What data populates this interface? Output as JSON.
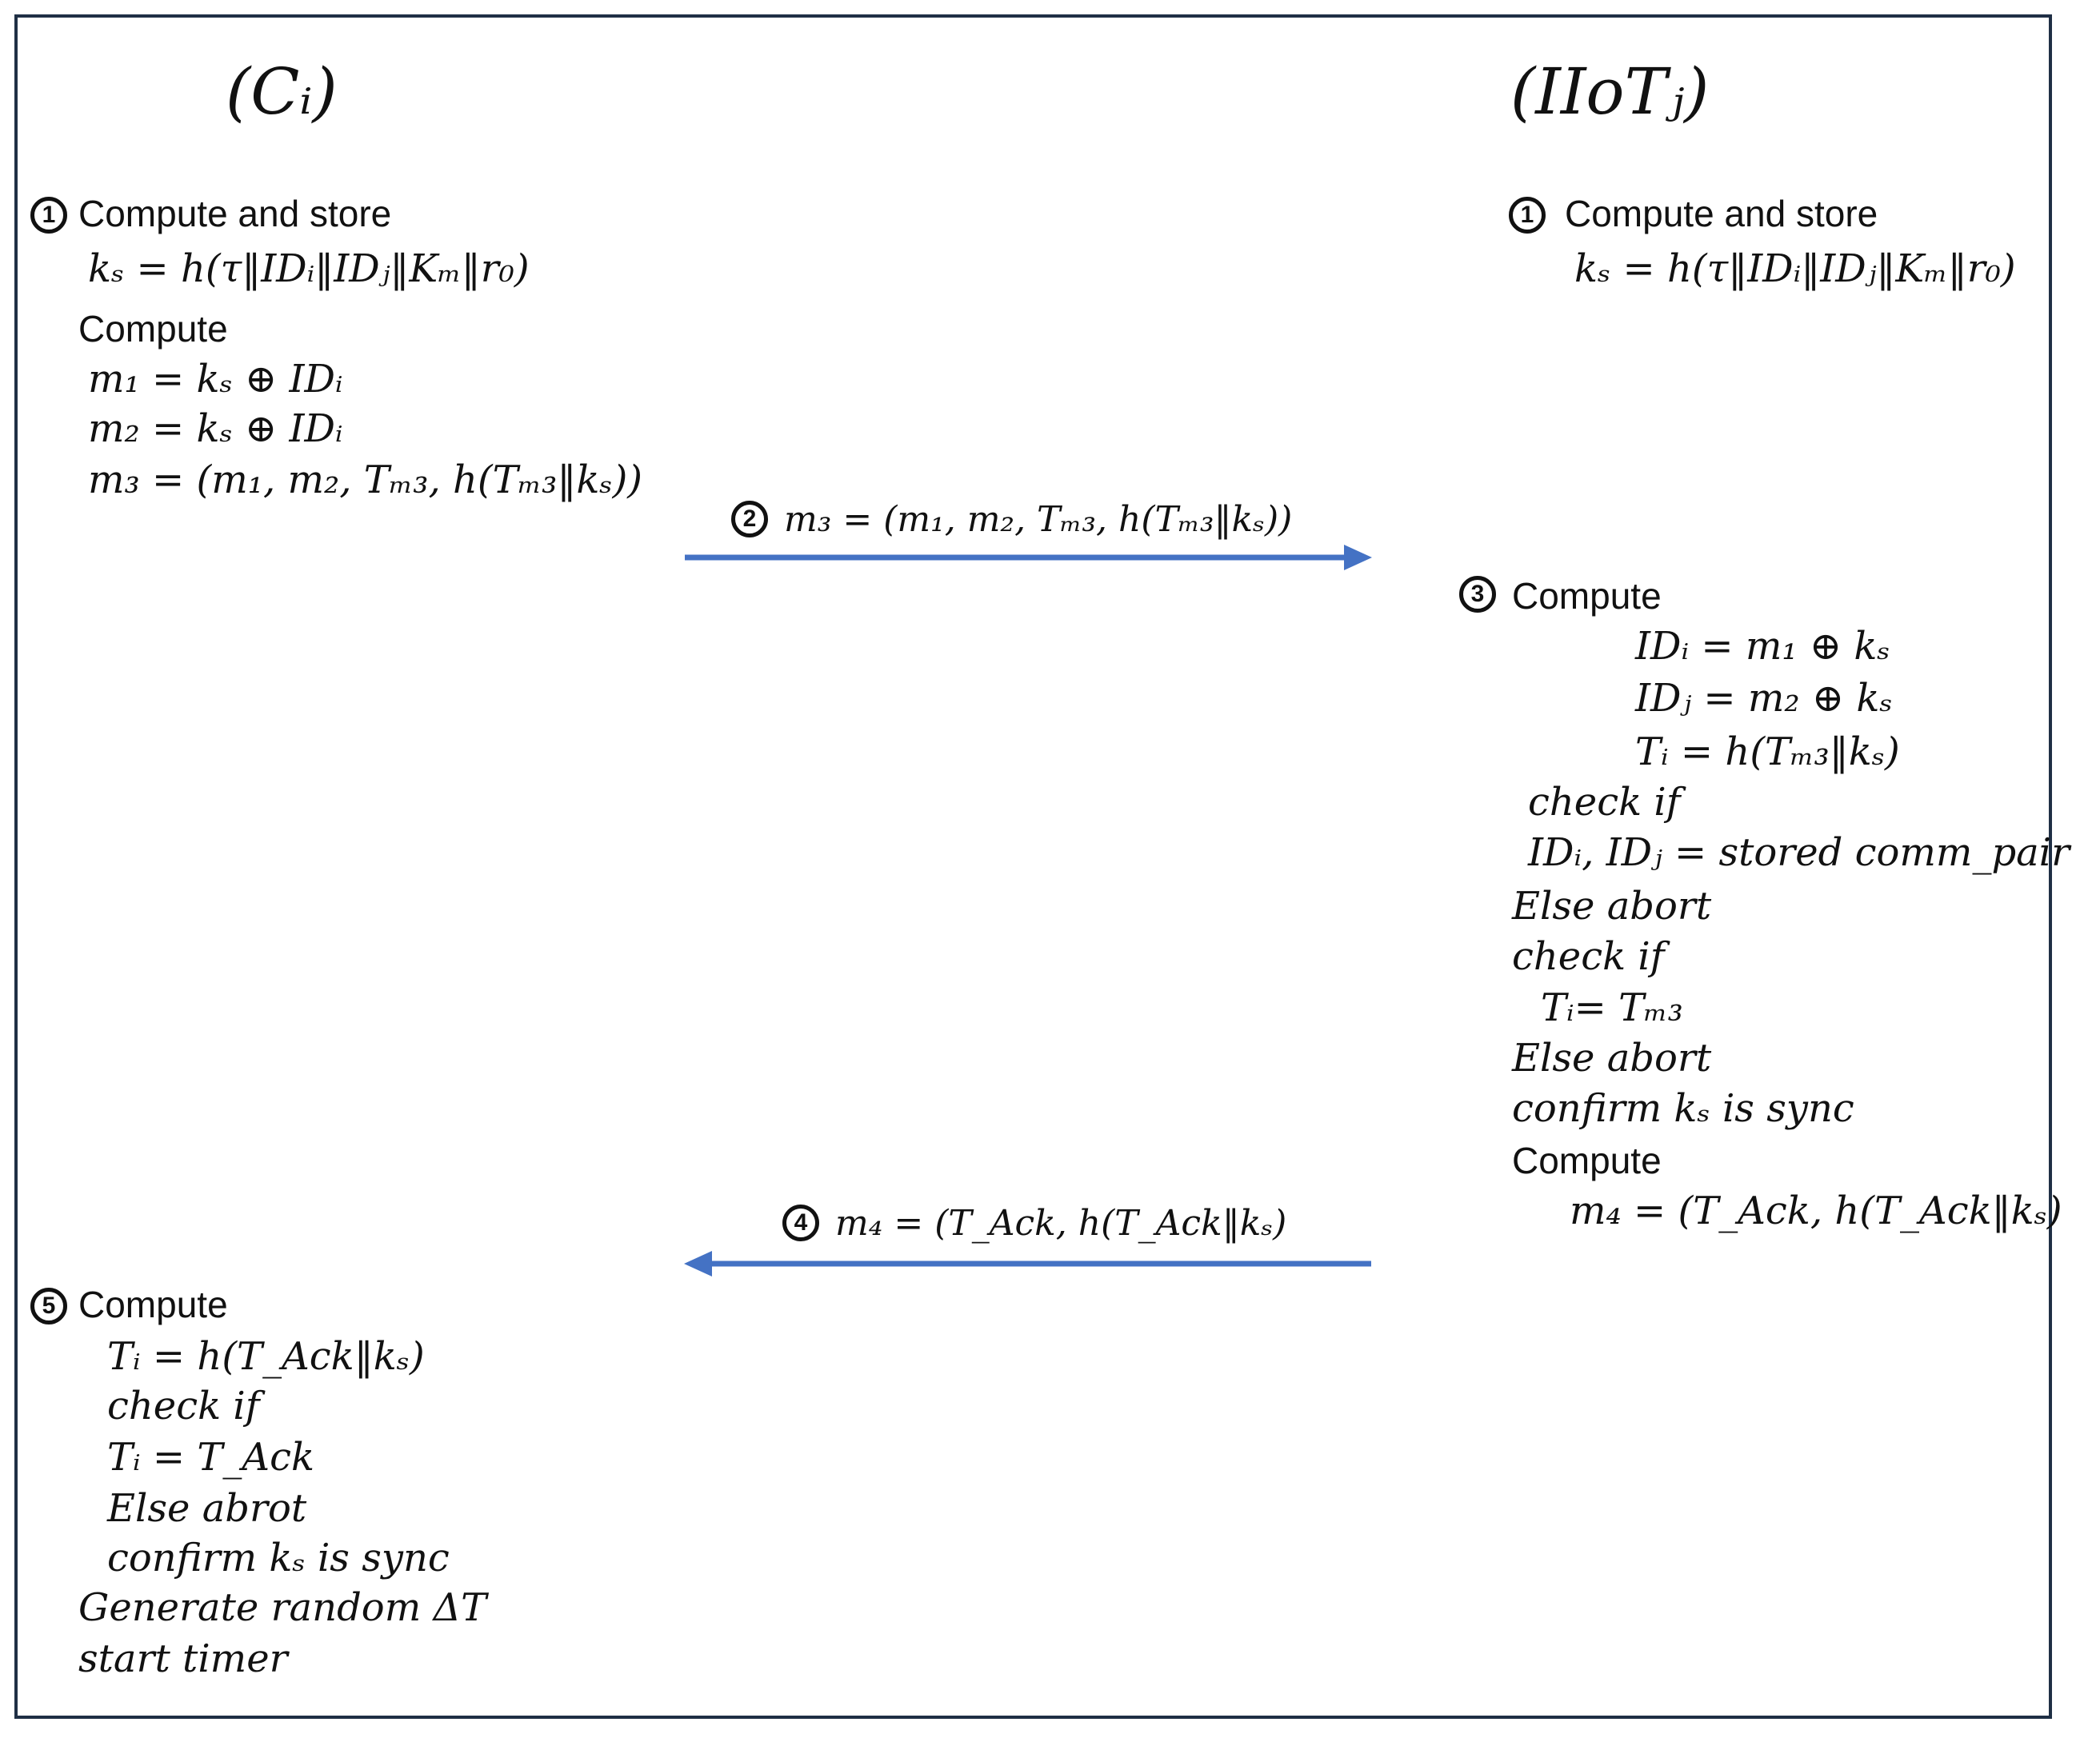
{
  "colors": {
    "arrow": "#4472c4",
    "frame": "#1f2f45",
    "text": "#111111"
  },
  "columns": {
    "left_header": "(Cᵢ)",
    "right_header": "(IIoTⱼ)"
  },
  "left": {
    "step1": {
      "badge": "1",
      "title": "Compute and store",
      "ks": "kₛ = h(τ‖IDᵢ‖IDⱼ‖Kₘ‖r₀)",
      "compute": "Compute",
      "m1": "m₁ = kₛ ⊕ IDᵢ",
      "m2": "m₂ = kₛ ⊕ IDᵢ",
      "m3": "m₃ = (m₁, m₂, Tₘ₃, h(Tₘ₃‖kₛ))"
    },
    "step5": {
      "badge": "5",
      "title": "Compute",
      "l1": "Tᵢ = h(T_Ack‖kₛ)",
      "l2": "check if",
      "l3": "Tᵢ = T_Ack",
      "l4": "Else abrot",
      "l5": "confirm kₛ is sync",
      "l6": "Generate random ΔT",
      "l7": "start timer"
    }
  },
  "right": {
    "step1": {
      "badge": "1",
      "title": "Compute and store",
      "ks": "kₛ = h(τ‖IDᵢ‖IDⱼ‖Kₘ‖r₀)"
    },
    "step3": {
      "badge": "3",
      "title": "Compute",
      "l1": "IDᵢ = m₁ ⊕ kₛ",
      "l2": "IDⱼ = m₂ ⊕ kₛ",
      "l3": "Tᵢ = h(Tₘ₃‖kₛ)",
      "l4": "check if",
      "l5": "IDᵢ, IDⱼ = stored comm_pair",
      "l6": "Else abort",
      "l7": "check if",
      "l8": "Tᵢ= Tₘ₃",
      "l9": "Else abort",
      "l10": "confirm kₛ is sync",
      "l11": "Compute",
      "l12": "m₄ = (T_Ack, h(T_Ack‖kₛ)"
    }
  },
  "messages": {
    "msg2": {
      "badge": "2",
      "label": "m₃ = (m₁, m₂, Tₘ₃, h(Tₘ₃‖kₛ))"
    },
    "msg4": {
      "badge": "4",
      "label": "m₄ = (T_Ack, h(T_Ack‖kₛ)"
    }
  }
}
